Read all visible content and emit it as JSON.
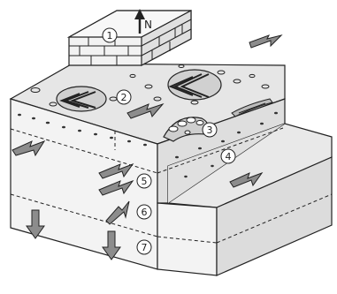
{
  "labels": {
    "north": "N",
    "zone_1": "1",
    "zone_2": "2",
    "zone_3": "3",
    "zone_4": "4",
    "zone_5": "5",
    "zone_6": "6",
    "zone_7": "7"
  },
  "colors": {
    "block_top": "#e6e6e6",
    "block_front": "#f2f2f2",
    "block_side": "#d6d6d6",
    "brick_top": "#f0f0f0",
    "arrow_fill": "#8c8c8c",
    "stroke": "#222222"
  },
  "icons": {
    "north_arrow": "north-arrow-icon",
    "flow_arrow": "flow-arrow-icon"
  }
}
